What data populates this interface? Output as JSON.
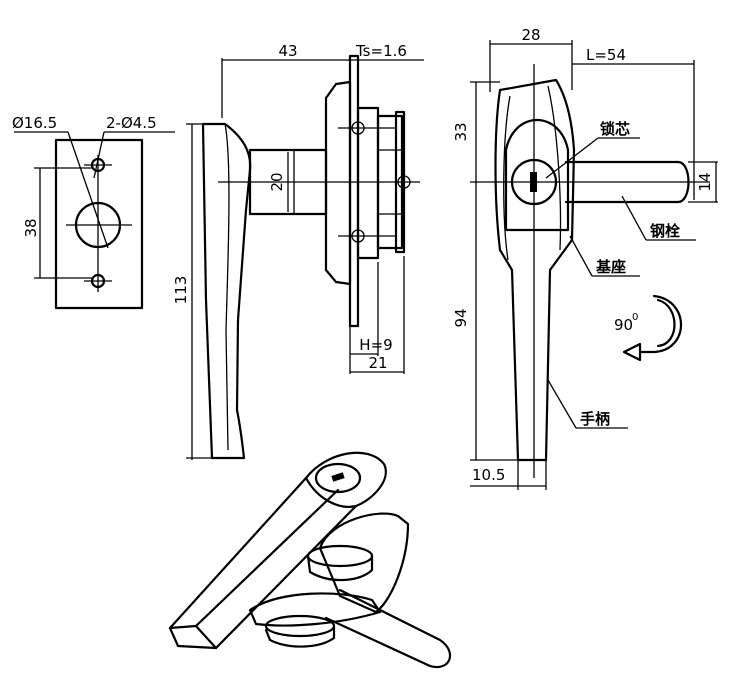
{
  "dimensions": {
    "hole_dia": "Ø16.5",
    "screw_holes": "2-Ø4.5",
    "height_38": "38",
    "width_43": "43",
    "thickness_ts": "Ts=1.6",
    "shaft_20": "20",
    "length_113": "113",
    "h_9": "H=9",
    "depth_21": "21",
    "width_28": "28",
    "latch_l": "L=54",
    "height_33": "33",
    "latch_14": "14",
    "length_94": "94",
    "width_105": "10.5",
    "rotation": "90",
    "rotation_deg": "0"
  },
  "labels": {
    "lock_core": "锁芯",
    "steel_bolt": "钢栓",
    "base": "基座",
    "handle": "手柄"
  }
}
